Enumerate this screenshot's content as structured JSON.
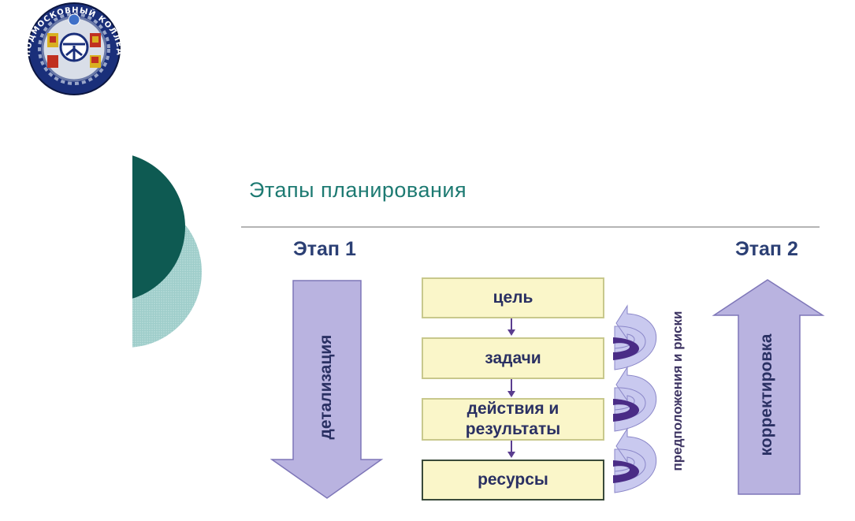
{
  "logo": {
    "ring_text": "ПОДМОСКОВНЫЙ КОЛЛЕДЖ \"ЭНЕРГИЯ\""
  },
  "diagram": {
    "title": "Этапы планирования",
    "stage1_label": "Этап 1",
    "stage2_label": "Этап 2",
    "down_arrow_label": "детализация",
    "up_arrow_label": "корректировка",
    "loop_label": "предположения и риски",
    "boxes": [
      "цель",
      "задачи",
      "действия и результаты",
      "ресурсы"
    ],
    "box_lines": {
      "actions_line1": "действия и",
      "actions_line2": "результаты"
    }
  },
  "colors": {
    "title": "#1d7a72",
    "stage_label": "#2b3f74",
    "arrow_fill": "#b9b3e0",
    "box_fill": "#faf6c9",
    "loop_dark": "#4a2c86",
    "loop_light": "#c9c9ef",
    "deco_dark": "#0e5a52",
    "deco_light": "#9ecdca"
  }
}
